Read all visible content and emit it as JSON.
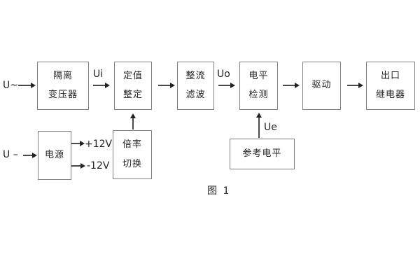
{
  "figure": {
    "caption": "图 1",
    "inputs": {
      "ac_label": "U~",
      "dc_label": "U –"
    },
    "signals": {
      "ui": "Ui",
      "uo": "Uo",
      "ue": "Ue",
      "rail_pos": "+12V",
      "rail_neg": "-12V"
    },
    "blocks": {
      "isolation_transformer": {
        "line1": "隔离",
        "line2": "变压器"
      },
      "setting_adjust": {
        "line1": "定值",
        "line2": "整定"
      },
      "rectifier_filter": {
        "line1": "整流",
        "line2": "滤波"
      },
      "level_detect": {
        "line1": "电平",
        "line2": "检测"
      },
      "drive": {
        "line1": "驱动"
      },
      "output_relay": {
        "line1": "出口",
        "line2": "继电器"
      },
      "power_supply": {
        "line1": "电源"
      },
      "ratio_switch": {
        "line1": "倍率",
        "line2": "切换"
      },
      "reference_level": {
        "line1": "参考电平"
      }
    },
    "colors": {
      "background": "#ffffff",
      "box_border": "#7f7f7f",
      "text": "#262626",
      "arrow": "#3f3f3f"
    }
  }
}
